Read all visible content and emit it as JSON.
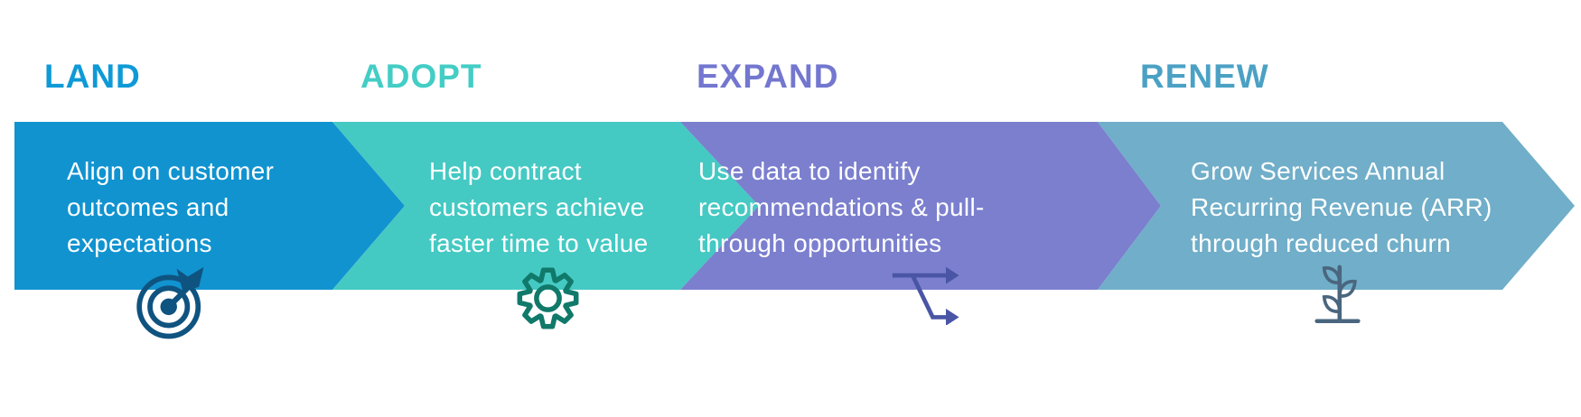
{
  "diagram": {
    "background_color": "#FFFFFF",
    "text_color": "#FFFFFF",
    "stages": [
      {
        "label": "LAND",
        "label_color": "#0E9AD6",
        "band_color": "#1193D0",
        "description": "Align on customer\noutcomes and\nexpectations",
        "icon": "target-icon",
        "icon_color": "#0F5380"
      },
      {
        "label": "ADOPT",
        "label_color": "#43CDC5",
        "band_color": "#45C9C3",
        "description": "Help contract\ncustomers achieve\nfaster time to value",
        "icon": "gear-icon",
        "icon_color": "#10796A"
      },
      {
        "label": "EXPAND",
        "label_color": "#7377CF",
        "band_color": "#7B7FCE",
        "description": "Use data to identify\nrecommendations & pull-\nthrough opportunities",
        "icon": "split-arrow-icon",
        "icon_color": "#4A55A5"
      },
      {
        "label": "RENEW",
        "label_color": "#4BA1C4",
        "band_color": "#70AEC9",
        "description": "Grow Services Annual\nRecurring Revenue (ARR)\nthrough reduced churn",
        "icon": "sprout-icon",
        "icon_color": "#4A667F"
      }
    ]
  }
}
